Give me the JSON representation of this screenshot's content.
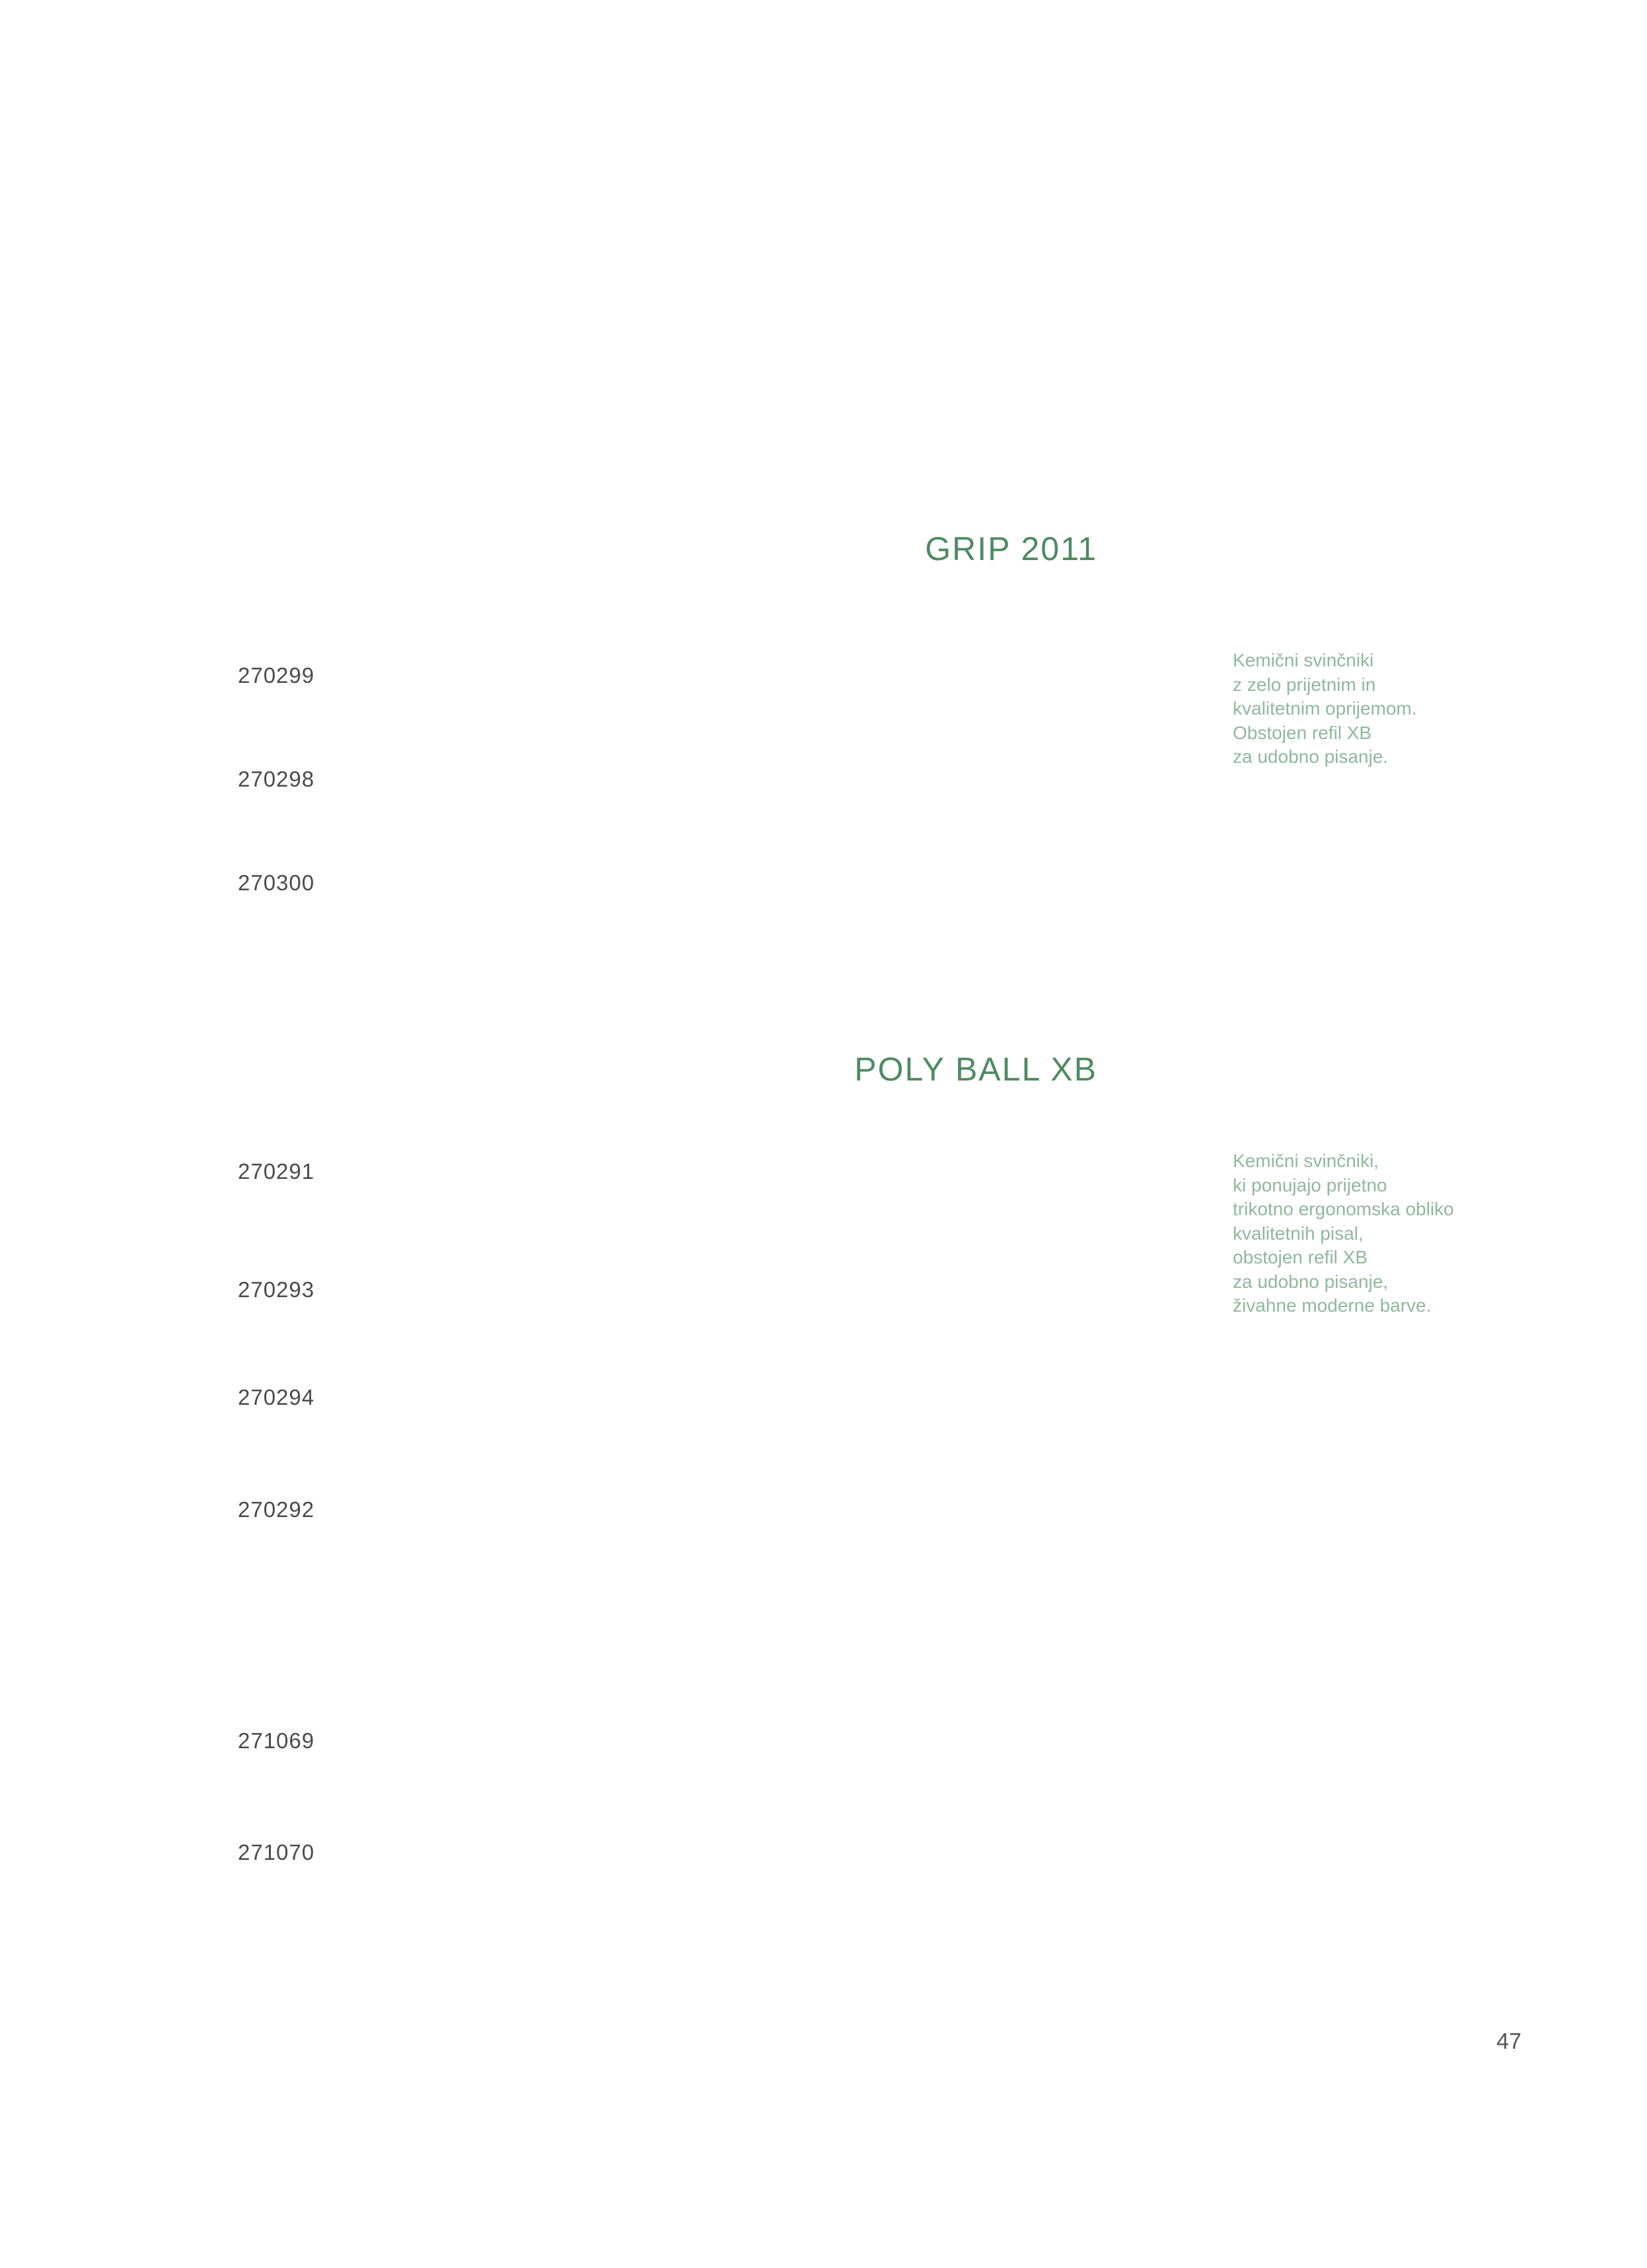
{
  "sections": [
    {
      "title": "GRIP 2011",
      "codes": [
        "270299",
        "270298",
        "270300"
      ],
      "description": [
        "Kemični svinčniki",
        "z zelo prijetnim in",
        "kvalitetnim oprijemom.",
        "Obstojen refil XB",
        "za udobno pisanje."
      ]
    },
    {
      "title": "POLY BALL XB",
      "codes": [
        "270291",
        "270293",
        "270294",
        "270292",
        "271069",
        "271070"
      ],
      "description": [
        "Kemični svinčniki,",
        "ki ponujajo prijetno",
        "trikotno ergonomska obliko",
        "kvalitetnih pisal,",
        "obstojen refil XB",
        "za udobno pisanje,",
        "živahne moderne barve."
      ]
    }
  ],
  "page_number": "47"
}
